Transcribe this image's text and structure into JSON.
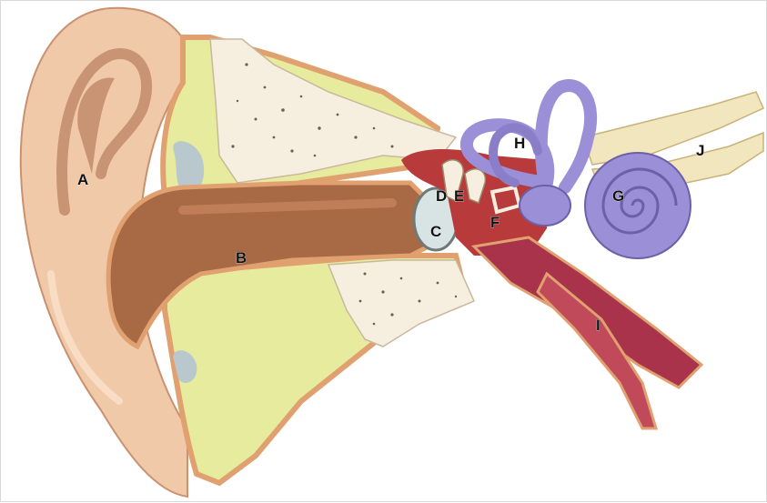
{
  "diagram": {
    "labels": {
      "A": "A",
      "B": "B",
      "C": "C",
      "D": "D",
      "E": "E",
      "F": "F",
      "G": "G",
      "H": "H",
      "I": "I",
      "J": "J"
    },
    "colors": {
      "skin": "#f0c9a8",
      "skin_shadow": "#c99473",
      "canal": "#a86a45",
      "cartilage": "#e6eb9e",
      "bone": "#f6efe0",
      "tympanum": "#d8e4e3",
      "middle_ear": "#b83a3a",
      "inner_ear": "#9b8fd8",
      "nerve": "#f1e6bd",
      "tube": "#a8334a"
    }
  }
}
